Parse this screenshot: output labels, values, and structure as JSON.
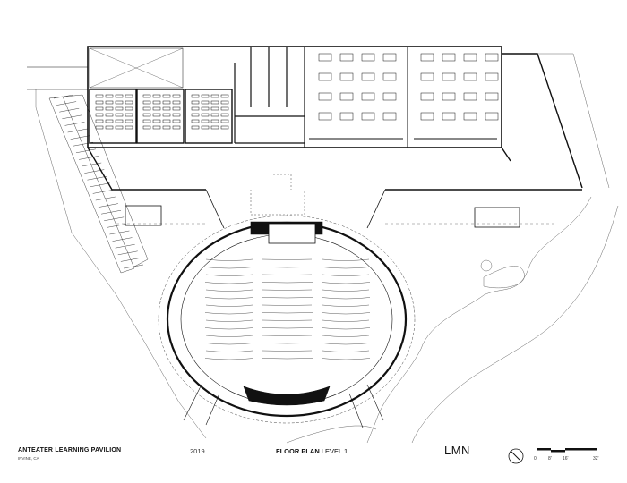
{
  "project": {
    "name": "ANTEATER LEARNING PAVILION",
    "location": "IRVINE, CA",
    "year": "2019"
  },
  "drawing": {
    "title_bold": "FLOOR PLAN",
    "title_rest": " LEVEL 1"
  },
  "firm": {
    "logo": "LMN"
  },
  "scale": {
    "labels": [
      "0'",
      "8'",
      "16'",
      "32'"
    ]
  },
  "icons": {
    "north": "north-arrow-icon"
  }
}
